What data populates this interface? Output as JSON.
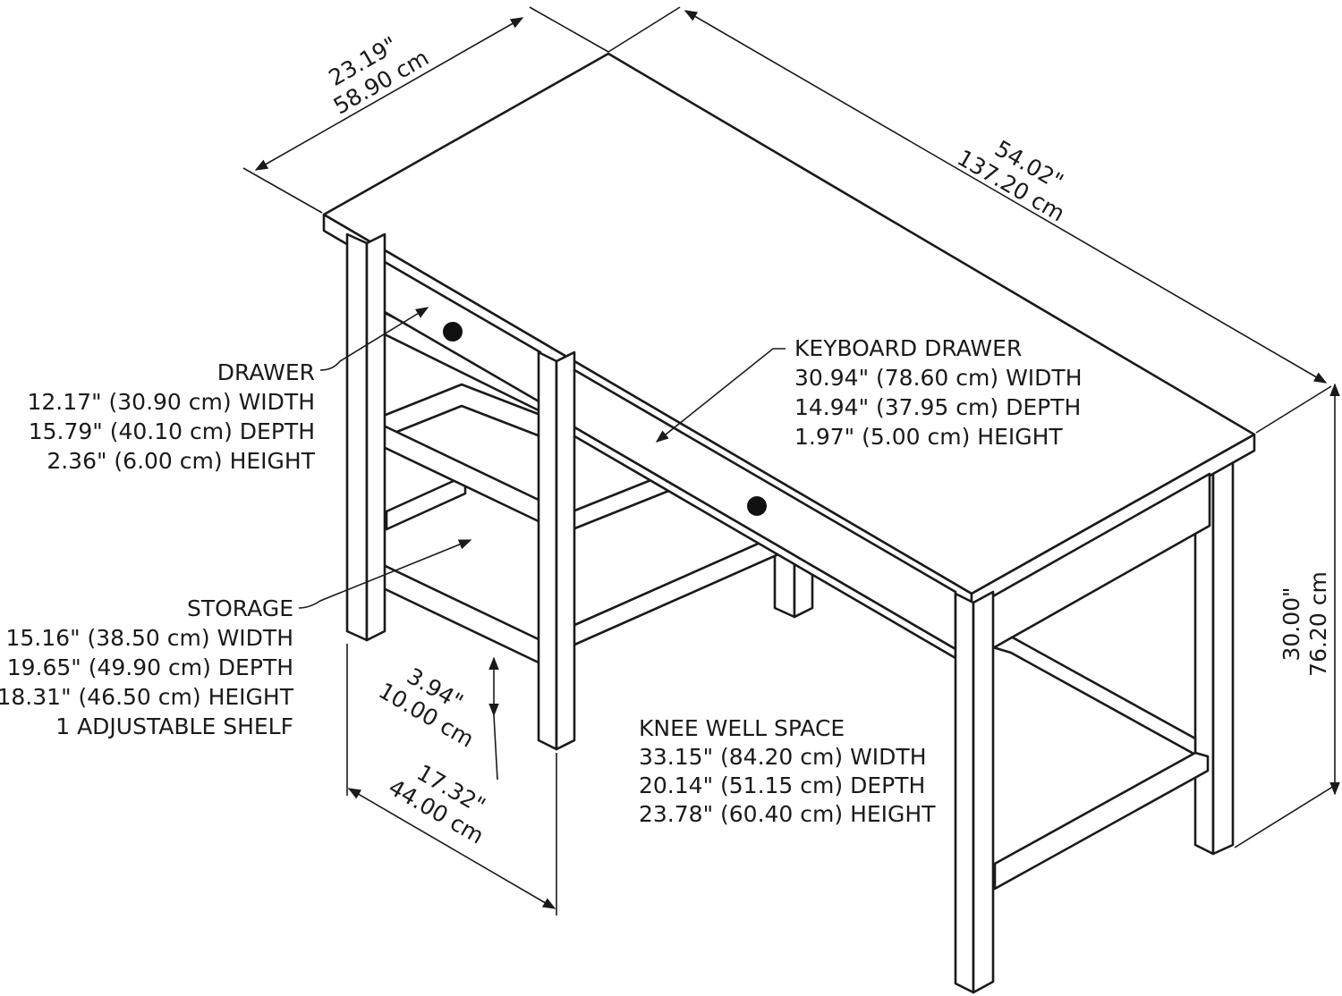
{
  "dimensions": {
    "depth": {
      "in": "23.19\"",
      "cm": "58.90 cm"
    },
    "width": {
      "in": "54.02\"",
      "cm": "137.20 cm"
    },
    "height": {
      "in": "30.00\"",
      "cm": "76.20 cm"
    },
    "leg_to_leg": {
      "in": "17.32\"",
      "cm": "44.00 cm"
    },
    "shelf_clearance": {
      "in": "3.94\"",
      "cm": "10.00 cm"
    }
  },
  "drawer": {
    "title": "DRAWER",
    "lines": [
      "12.17\" (30.90 cm) WIDTH",
      "15.79\" (40.10 cm) DEPTH",
      "2.36\" (6.00 cm) HEIGHT"
    ]
  },
  "keyboard_drawer": {
    "title": "KEYBOARD DRAWER",
    "lines": [
      "30.94\" (78.60 cm) WIDTH",
      "14.94\" (37.95 cm) DEPTH",
      "1.97\" (5.00 cm) HEIGHT"
    ]
  },
  "storage": {
    "title": "STORAGE",
    "lines": [
      "15.16\" (38.50 cm) WIDTH",
      "19.65\" (49.90 cm) DEPTH",
      "18.31\" (46.50 cm) HEIGHT",
      "1 ADJUSTABLE SHELF"
    ]
  },
  "knee_well": {
    "title": "KNEE WELL SPACE",
    "lines": [
      "33.15\" (84.20 cm) WIDTH",
      "20.14\" (51.15 cm) DEPTH",
      "23.78\" (60.40 cm) HEIGHT"
    ]
  }
}
